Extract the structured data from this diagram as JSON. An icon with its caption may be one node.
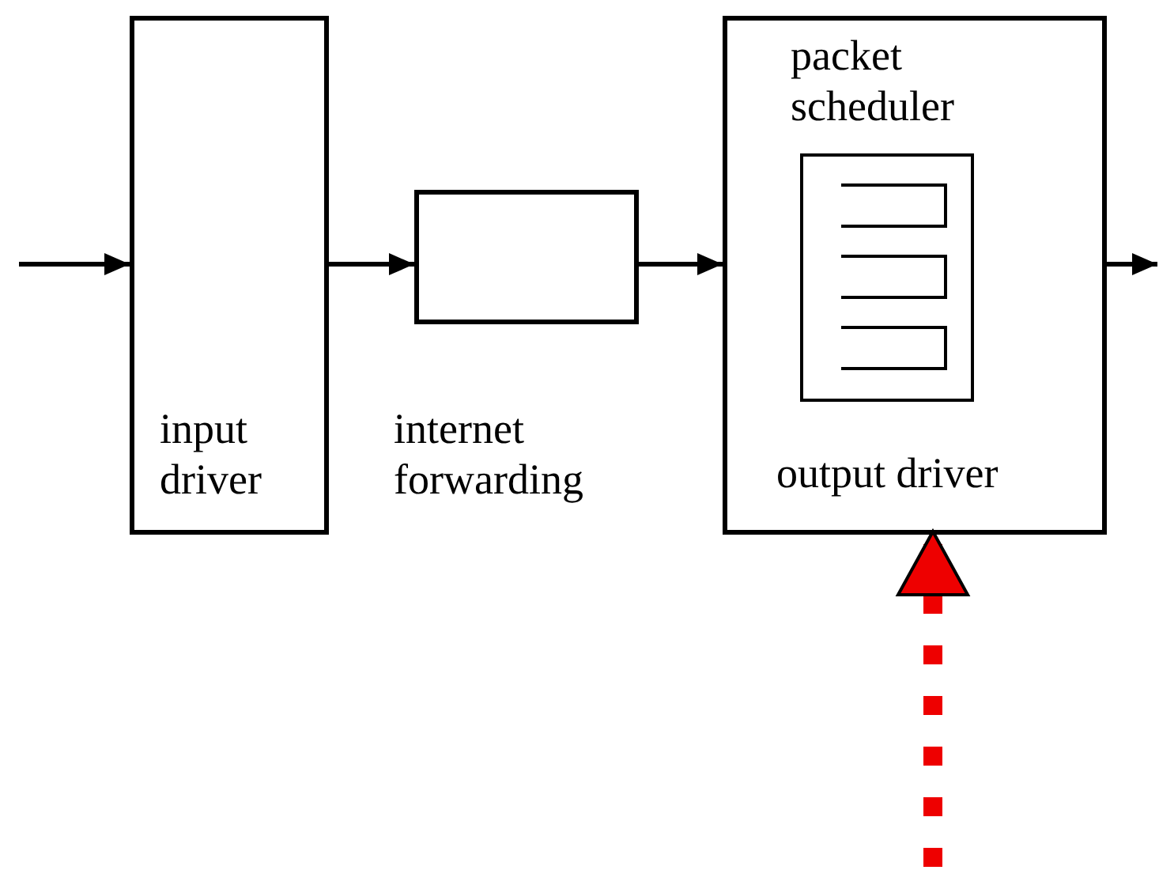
{
  "diagram": {
    "nodes": [
      {
        "text": [
          "input driver"
        ]
      },
      {
        "text": [
          "internet forwarding"
        ]
      },
      {
        "text": [
          "packet scheduler",
          "output driver"
        ]
      },
      {
        "text": [],
        "shape": "box",
        "in": 2
      }
    ],
    "edges": [
      {
        "from": null,
        "to": 0,
        "arrow": "to"
      },
      {
        "from": 0,
        "to": 1,
        "arrow": "to"
      },
      {
        "from": 1,
        "to": 2,
        "arrow": "to"
      },
      {
        "from": 2,
        "to": null,
        "arrow": "to"
      },
      {
        "from": null,
        "to": 2,
        "arrow": "to",
        "style": "dashed",
        "color": "#ee0000"
      }
    ]
  }
}
